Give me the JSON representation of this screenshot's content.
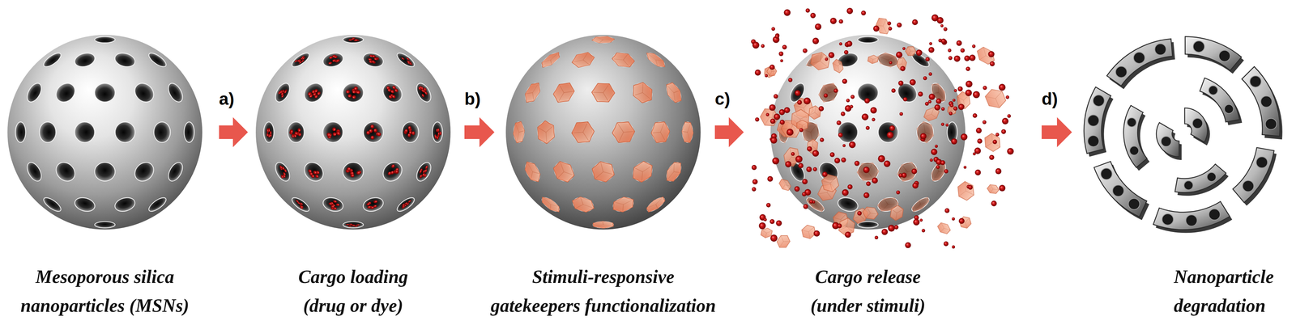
{
  "diagram": {
    "nodes": [
      {
        "text": [
          "Mesoporous silica nanoparticles (MSNs)"
        ]
      },
      {
        "text": [
          "Cargo loading (drug or dye)"
        ]
      },
      {
        "text": [
          "Stimuli-responsive gatekeepers functionalization"
        ]
      },
      {
        "text": [
          "Cargo release (under stimuli)"
        ]
      },
      {
        "text": [
          "Nanoparticle degradation"
        ]
      }
    ],
    "edges": [
      {
        "from": 0,
        "to": 1,
        "label": "a)",
        "arrow": "to"
      },
      {
        "from": 1,
        "to": 2,
        "label": "b)",
        "arrow": "to"
      },
      {
        "from": 2,
        "to": 3,
        "label": "c)",
        "arrow": "to"
      },
      {
        "from": 3,
        "to": 4,
        "label": "d)",
        "arrow": "to"
      }
    ]
  }
}
